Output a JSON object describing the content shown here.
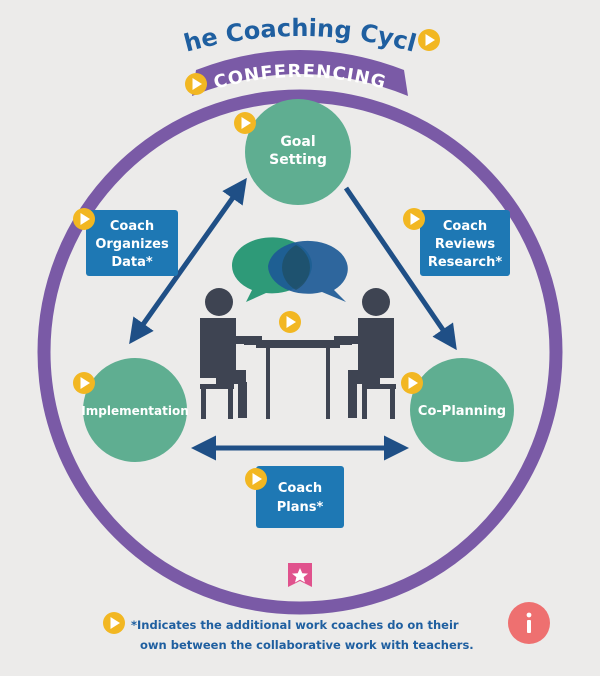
{
  "title": "The Coaching Cycle",
  "ring_label": "CONFERENCING",
  "nodes": {
    "goal": [
      "Goal",
      "Setting"
    ],
    "implementation": [
      "Implementation"
    ],
    "coplanning": [
      "Co-Planning"
    ]
  },
  "boxes": {
    "organizes": [
      "Coach",
      "Organizes",
      "Data*"
    ],
    "reviews": [
      "Coach",
      "Reviews",
      "Research*"
    ],
    "plans": [
      "Coach",
      "Plans*"
    ]
  },
  "footnote": [
    "*Indicates the additional work coaches do on their",
    "own between the collaborative work with teachers."
  ],
  "colors": {
    "background": "#ecebea",
    "ring": "#7a5aa6",
    "ring_label_bg": "#7a5aa6",
    "title": "#1f5fa0",
    "node_fill": "#5fae91",
    "box_fill": "#1e78b4",
    "arrow": "#1f4f86",
    "play": "#f2b722",
    "person": "#3e4452",
    "bubble_green": "#2e9a78",
    "bubble_blue": "#1d5a96",
    "bookmark": "#e0528d",
    "info": "#ee7070"
  },
  "icons": {
    "play": "play-icon",
    "info": "info-icon",
    "bookmark": "star-bookmark-icon"
  }
}
